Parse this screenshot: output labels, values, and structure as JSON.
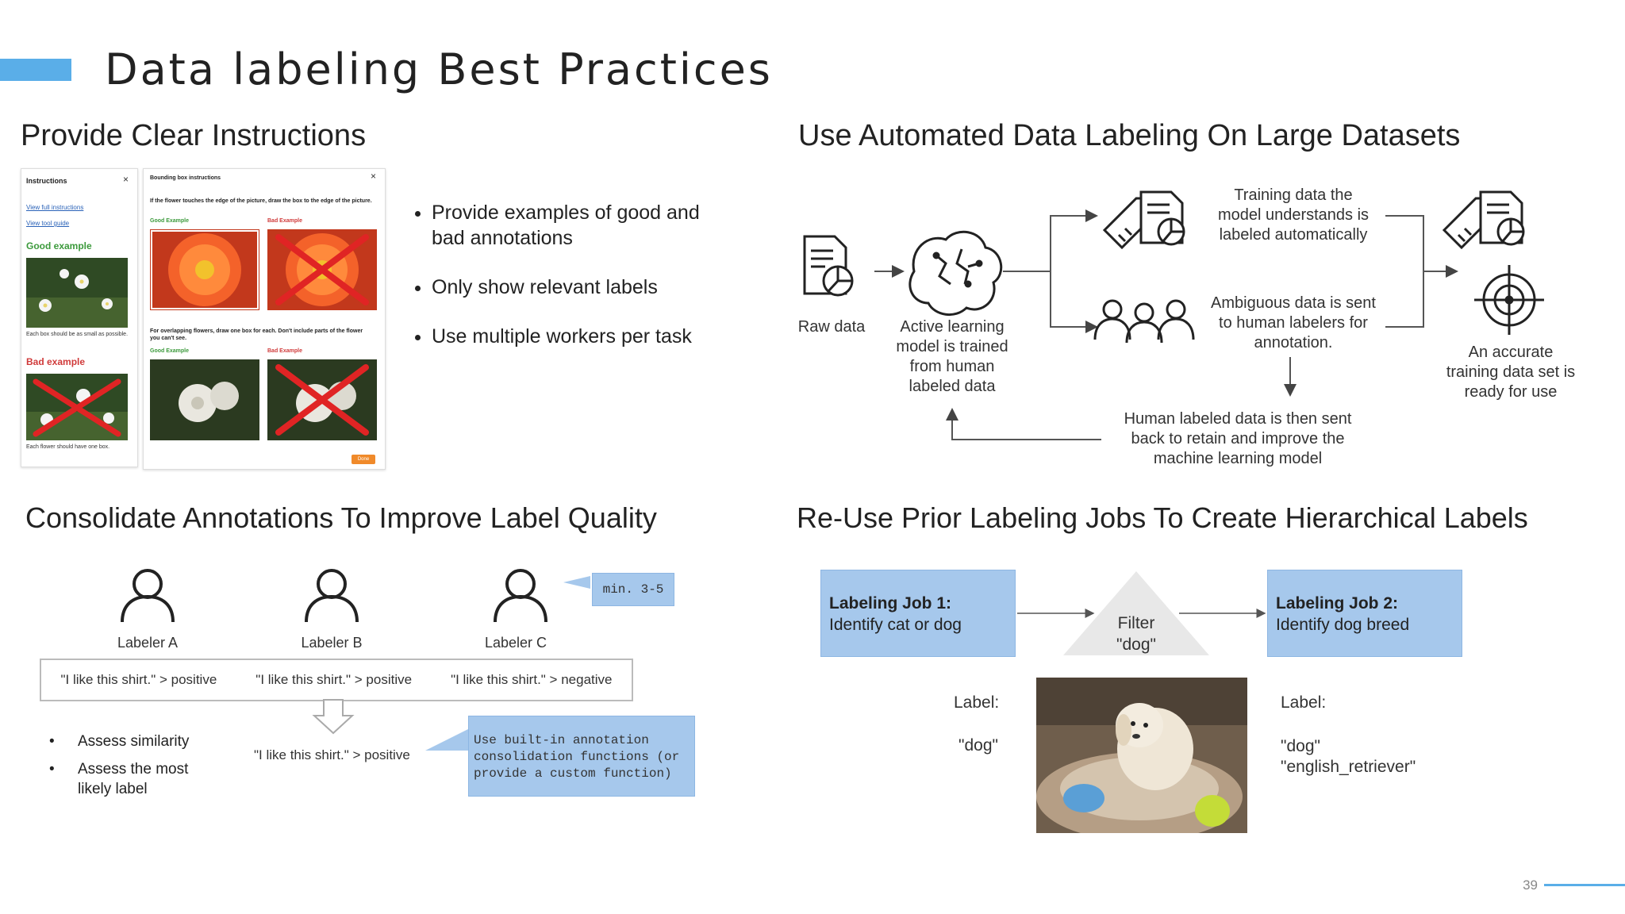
{
  "slide": {
    "title": "Data labeling Best Practices",
    "page_number": "39",
    "accent_color": "#5aaee8"
  },
  "instructions_section": {
    "title": "Provide Clear Instructions",
    "mock_left": {
      "heading": "Instructions",
      "close": "×",
      "link1": "View full instructions",
      "link2": "View tool guide",
      "good_label": "Good example",
      "good_caption": "Each box should be as small as possible.",
      "bad_label": "Bad example",
      "bad_caption": "Each flower should have one box."
    },
    "mock_right": {
      "heading": "Bounding box instructions",
      "close": "×",
      "text1": "If the flower touches the edge of the picture, draw the box to the edge of the picture.",
      "good1": "Good Example",
      "bad1": "Bad Example",
      "text2": "For overlapping flowers, draw one box for each. Don't include parts of the flower you can't see.",
      "good2": "Good Example",
      "bad2": "Bad Example",
      "button": "Done"
    },
    "bullets": [
      "Provide examples of good and bad annotations",
      "Only show relevant labels",
      "Use multiple workers per task"
    ]
  },
  "automated_section": {
    "title": "Use Automated Data Labeling On Large Datasets",
    "raw_data": "Raw data",
    "active_learning": [
      "Active learning",
      "model is trained",
      "from human",
      "labeled data"
    ],
    "training_auto": [
      "Training data the",
      "model understands is",
      "labeled automatically"
    ],
    "ambiguous": [
      "Ambiguous data is sent",
      "to human labelers for",
      "annotation."
    ],
    "human_back": [
      "Human labeled data is then sent",
      "back to retain and improve the",
      "machine learning model"
    ],
    "accurate": [
      "An accurate",
      "training data set is",
      "ready for use"
    ]
  },
  "consolidate_section": {
    "title": "Consolidate Annotations To Improve Label Quality",
    "labelers": [
      "Labeler A",
      "Labeler B",
      "Labeler C"
    ],
    "callout_min": "min. 3-5",
    "annotations": [
      "\"I like this shirt.\" > positive",
      "\"I like this shirt.\" > positive",
      "\"I like this shirt.\" > negative"
    ],
    "result": "\"I like this shirt.\" > positive",
    "bullets": [
      "Assess similarity",
      "Assess the most likely label"
    ],
    "callout_code": [
      "Use built-in annotation",
      "consolidation functions (or",
      "provide a custom function)"
    ]
  },
  "hierarchical_section": {
    "title": "Re-Use Prior Labeling Jobs To Create Hierarchical Labels",
    "job1_title": "Labeling Job 1:",
    "job1_desc": "Identify cat or dog",
    "filter": [
      "Filter",
      "\"dog\""
    ],
    "job2_title": "Labeling Job 2:",
    "job2_desc": "Identify dog breed",
    "label_left_title": "Label:",
    "label_left_value": "\"dog\"",
    "label_right_title": "Label:",
    "label_right_values": [
      "\"dog\"",
      "\"english_retriever\""
    ]
  }
}
